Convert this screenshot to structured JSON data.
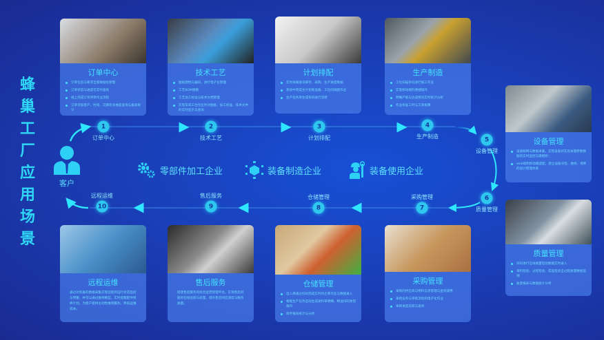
{
  "title": "蜂巢工厂应用场景",
  "customer": {
    "label": "客户",
    "icon": "user-icon"
  },
  "enterprises": [
    {
      "label": "零部件加工企业",
      "icon": "gears-icon"
    },
    {
      "label": "装备制造企业",
      "icon": "cube-network-icon"
    },
    {
      "label": "装备使用企业",
      "icon": "worker-wrench-icon"
    }
  ],
  "steps": [
    {
      "num": "1",
      "label": "订单中心"
    },
    {
      "num": "2",
      "label": "技术工艺"
    },
    {
      "num": "3",
      "label": "计划排配"
    },
    {
      "num": "4",
      "label": "生产制造"
    },
    {
      "num": "5",
      "label": "设备管理"
    },
    {
      "num": "6",
      "label": "质量管理"
    },
    {
      "num": "7",
      "label": "采购管理"
    },
    {
      "num": "8",
      "label": "仓储管理"
    },
    {
      "num": "9",
      "label": "售后服务"
    },
    {
      "num": "10",
      "label": "远程运维"
    }
  ],
  "cards": {
    "order": {
      "title": "订单中心",
      "items": [
        "订单信息与要求全部数据化管理",
        "订单状态与进度可实时查询",
        "线上完成订单评审作业流程",
        "订单可按客户、时间、交期等多维度查询与报表统计"
      ]
    },
    "tech": {
      "title": "技术工艺",
      "items": [
        "图纸建档与编码，进行电子化管理",
        "工艺BOM建模",
        "工艺加工标准与技术文档管理",
        "实现车间工位作业时对图纸、加工标准、技术文件的实时显示与查询"
      ]
    },
    "plan": {
      "title": "计划排配",
      "items": [
        "实时关联查询库存、采购、生产进度数据",
        "系统中完成主计划到设备、工位的排配作业",
        "生产任务单生成条码进行流转"
      ]
    },
    "production": {
      "title": "生产制造",
      "items": [
        "工位扫描条码进行报工作业",
        "实现移动端的便捷操作",
        "明细产能与达成情况实时统计分析",
        "作业标准工时与工资核算"
      ]
    },
    "equipment": {
      "title": "设备管理",
      "items": [
        "设备联网与数据采集，实现设备状态及关键参数数据的实时监控与建模析；",
        "web端和移动端适配，建立设备点检、维修、保养的设计管理体系"
      ]
    },
    "quality": {
      "title": "质量管理",
      "items": [
        "扫码进行在线质量检验数据实时录入",
        "来料检验、过程检验、成品检验全过程质量数据追溯",
        "质量报表与数据统计分析"
      ]
    },
    "remote": {
      "title": "远程运维",
      "text": "通过对装备的数据采集实现远程的运行状态监控与预警，并可以通过维保模型，实时提醒配件保养计划，为客户提供主动性维保服务，降低运维成本。"
    },
    "aftersales": {
      "title": "售后服务",
      "text": "搭建售后服务的综合运营管理平台，实现售后问题的在线追踪与处理，提升售后响应速度与服务质量。"
    },
    "warehouse": {
      "title": "仓储管理",
      "items": [
        "出入库通过扫码完成实时的仓库作业与数据录入",
        "根据生产任务自动生成发料单明细，精准扫码防错备料",
        "库存报表统计与分析"
      ]
    },
    "purchase": {
      "title": "采购管理",
      "items": [
        "采购的供应商与物料信息管理与查询调用",
        "采购业务与审批流程的电子化作业",
        "采购进度追踪与查询"
      ]
    }
  },
  "colors": {
    "accent": "#2ec7f0",
    "card": "#4678e6",
    "background": "#1a3fb8"
  }
}
